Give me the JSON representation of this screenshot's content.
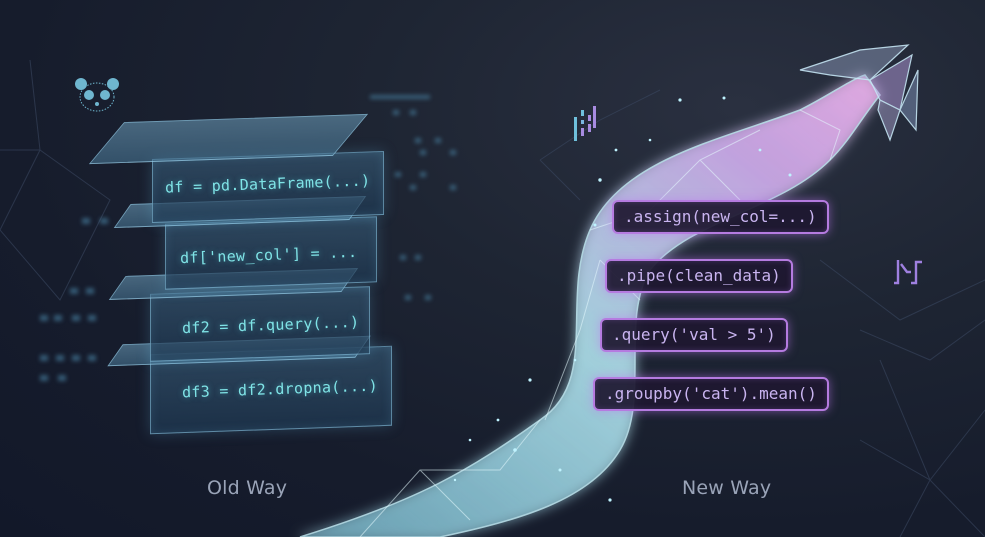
{
  "old_way": {
    "label": "Old Way",
    "steps": [
      {
        "code": "df = pd.DataFrame(...)"
      },
      {
        "code": "df['new_col'] = ..."
      },
      {
        "code": "df2 = df.query(...)"
      },
      {
        "code": "df3 = df2.dropna(...)"
      }
    ],
    "icon": "panda-binary-icon",
    "accent_color": "#7fe3e6"
  },
  "new_way": {
    "label": "New Way",
    "chain": [
      {
        "code": ".assign(new_col=...)"
      },
      {
        "code": ".pipe(clean_data)"
      },
      {
        "code": ".query('val > 5')"
      },
      {
        "code": ".groupby('cat').mean()"
      }
    ],
    "icons": [
      "pandas-logo-icon",
      "pipe-curve-icon",
      "crystal-arrow-icon"
    ],
    "accent_color": "#b57be0"
  },
  "colors": {
    "background": "#161c2c",
    "stream_cyan": "#9fe6f5",
    "stream_pink": "#e3a6f0"
  }
}
